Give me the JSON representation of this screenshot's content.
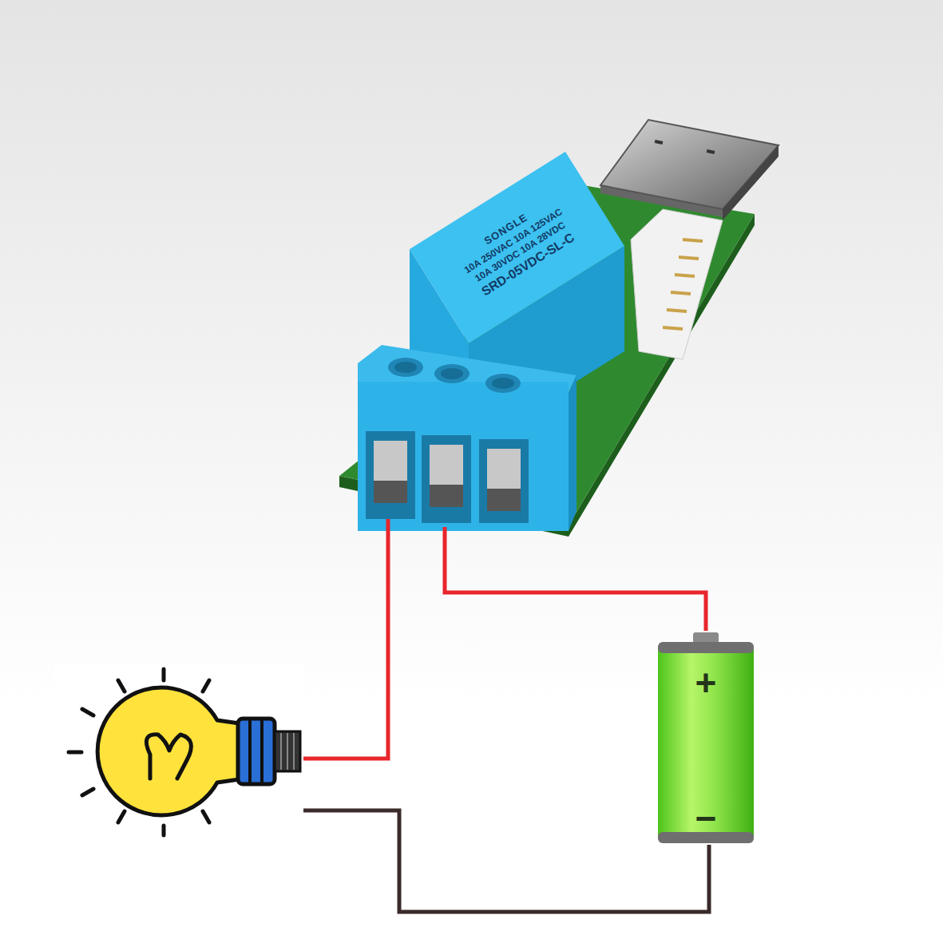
{
  "diagram": {
    "nodes": [
      {
        "text": [
          "SONGLE",
          "10A 250VAC 10A 125VAC",
          "10A 30VDC 10A 28VDC",
          "SRD-05VDC-SL-C"
        ]
      },
      {
        "text": [
          "+",
          "−"
        ]
      }
    ],
    "edges": [
      {
        "from": 0,
        "to": 1,
        "arrow": "none"
      }
    ]
  }
}
